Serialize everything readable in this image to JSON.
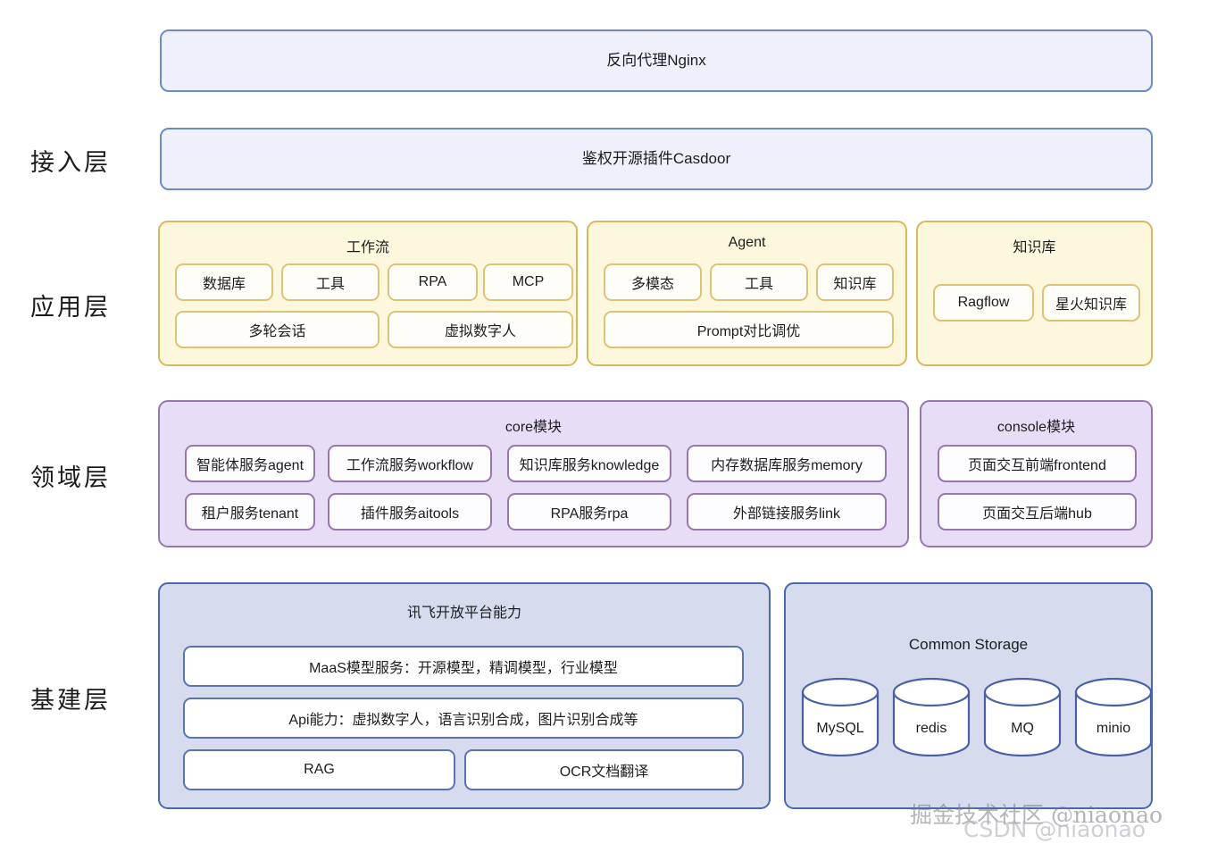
{
  "layers": [
    {
      "key": "access",
      "label": "接入层"
    },
    {
      "key": "app",
      "label": "应用层"
    },
    {
      "key": "domain",
      "label": "领域层"
    },
    {
      "key": "infra",
      "label": "基建层"
    }
  ],
  "access_layer": {
    "nginx": "反向代理Nginx",
    "casdoor": "鉴权开源插件Casdoor"
  },
  "app_layer": {
    "groups": [
      {
        "title": "工作流",
        "row1": [
          "数据库",
          "工具",
          "RPA",
          "MCP"
        ],
        "row2": [
          "多轮会话",
          "虚拟数字人"
        ]
      },
      {
        "title": "Agent",
        "row1": [
          "多模态",
          "工具",
          "知识库"
        ],
        "row2": [
          "Prompt对比调优"
        ]
      },
      {
        "title": "知识库",
        "row1": [
          "Ragflow",
          "星火知识库"
        ],
        "row2": []
      }
    ]
  },
  "domain_layer": {
    "core": {
      "title": "core模块",
      "row1": [
        "智能体服务agent",
        "工作流服务workflow",
        "知识库服务knowledge",
        "内存数据库服务memory"
      ],
      "row2": [
        "租户服务tenant",
        "插件服务aitools",
        "RPA服务rpa",
        "外部链接服务link"
      ]
    },
    "console": {
      "title": "console模块",
      "items": [
        "页面交互前端frontend",
        "页面交互后端hub"
      ]
    }
  },
  "infra_layer": {
    "iflytek": {
      "title": "讯飞开放平台能力",
      "row1": "MaaS模型服务：开源模型，精调模型，行业模型",
      "row2": "Api能力：虚拟数字人，语言识别合成，图片识别合成等",
      "row3": [
        "RAG",
        "OCR文档翻译"
      ]
    },
    "storage": {
      "title": "Common Storage",
      "cylinders": [
        "MySQL",
        "redis",
        "MQ",
        "minio"
      ]
    }
  },
  "watermarks": {
    "juejin": "掘金技术社区 @niaonao",
    "csdn": "CSDN @niaonao"
  },
  "colors": {
    "access_fill": "#eef1fb",
    "access_border": "#6c8ac9",
    "app_fill": "#fdf7dd",
    "app_border": "#d9b85c",
    "app_chip_fill": "#fffdf7",
    "app_chip_border": "#dcc377",
    "domain_fill": "#e7ddf6",
    "domain_border": "#9878ab",
    "infra_fill": "#d6dcee",
    "infra_border": "#4a68ad",
    "cylinder_stroke": "#4a5fa5"
  }
}
